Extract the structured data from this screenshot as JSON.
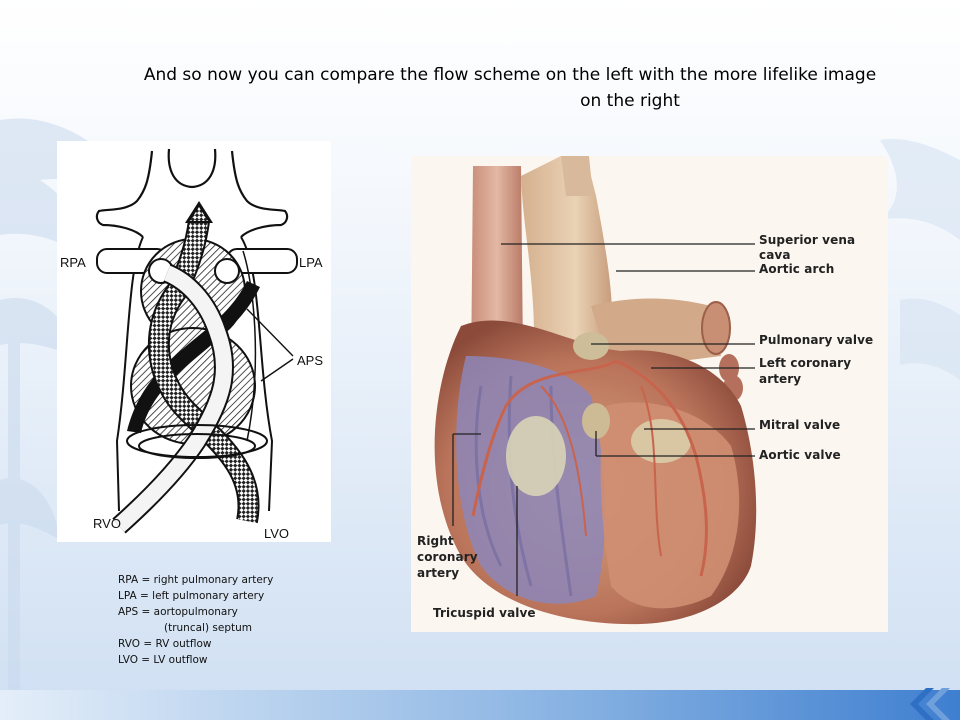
{
  "slide": {
    "title_line1": "And so now you can compare the flow scheme on the left with the more lifelike image",
    "title_line2": "on the right"
  },
  "scheme_diagram": {
    "labels": {
      "rpa": "RPA",
      "lpa": "LPA",
      "aps": "APS",
      "rvo": "RVO",
      "lvo": "LVO"
    }
  },
  "legend": {
    "lines": [
      "RPA = right pulmonary artery",
      "LPA = left pulmonary artery",
      "APS = aortopulmonary",
      "(truncal) septum",
      "RVO = RV outflow",
      "LVO = LV outflow"
    ]
  },
  "heart_image": {
    "labels": {
      "superior_vena_cava": "Superior vena cava",
      "aortic_arch": "Aortic arch",
      "pulmonary_valve": "Pulmonary valve",
      "left_coronary_artery_1": "Left coronary",
      "left_coronary_artery_2": "artery",
      "mitral_valve": "Mitral valve",
      "aortic_valve": "Aortic valve",
      "right_coronary_artery_1": "Right",
      "right_coronary_artery_2": "coronary",
      "right_coronary_artery_3": "artery",
      "tricuspid_valve": "Tricuspid valve"
    }
  },
  "colors": {
    "accent": "#3f7fd0",
    "heart_red": "#c8644d",
    "heart_purple": "#8d86b8"
  }
}
